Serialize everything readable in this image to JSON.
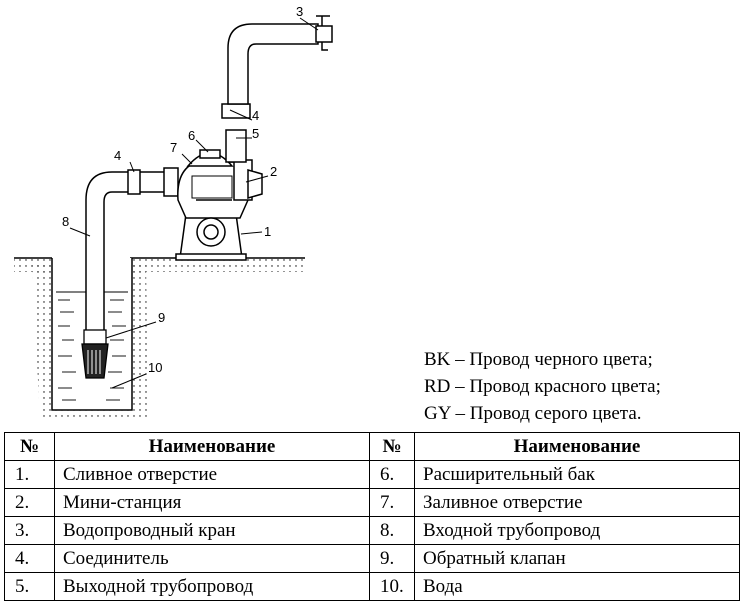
{
  "legend": [
    "BK – Провод черного цвета;",
    "RD – Провод красного цвета;",
    "GY – Провод серого цвета."
  ],
  "callouts": [
    "1",
    "2",
    "3",
    "4",
    "4",
    "5",
    "6",
    "7",
    "8",
    "9",
    "10"
  ],
  "table": {
    "headers": [
      "№",
      "Наименование",
      "№",
      "Наименование"
    ],
    "rows": [
      [
        "1.",
        "Сливное отверстие",
        "6.",
        "Расширительный бак"
      ],
      [
        "2.",
        "Мини-станция",
        "7.",
        "Заливное отверстие"
      ],
      [
        "3.",
        "Водопроводный кран",
        "8.",
        "Входной трубопровод"
      ],
      [
        "4.",
        "Соединитель",
        "9.",
        "Обратный клапан"
      ],
      [
        "5.",
        "Выходной трубопровод",
        "10.",
        "Вода"
      ]
    ]
  }
}
